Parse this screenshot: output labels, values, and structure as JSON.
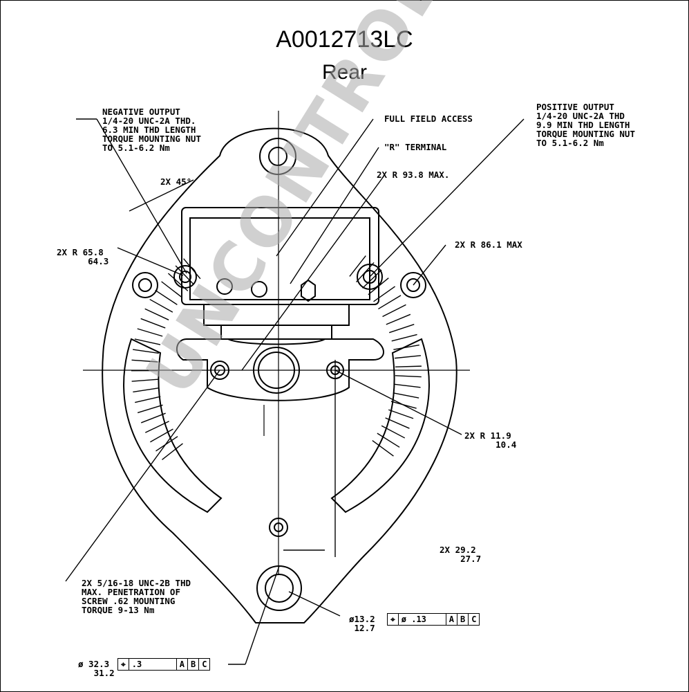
{
  "title": "A0012713LC",
  "subtitle": "Rear",
  "watermark": "UNCONTROLLED COPY",
  "annotations": {
    "negative_output": "NEGATIVE OUTPUT\n1/4-20 UNC-2A THD.\n6.3 MIN THD LENGTH\nTORQUE MOUNTING NUT\nTO 5.1-6.2 Nm",
    "full_field_access": "FULL FIELD ACCESS",
    "r_terminal": "\"R\" TERMINAL",
    "radius_93": "2X R 93.8 MAX.",
    "positive_output": "POSITIVE OUTPUT\n1/4-20 UNC-2A THD\n9.9 MIN THD LENGTH\nTORQUE MOUNTING NUT\nTO 5.1-6.2 Nm",
    "angle_45": "2X 45°",
    "radius_65": "2X R 65.8\n      64.3",
    "radius_86": "2X R 86.1 MAX",
    "radius_11": "2X R 11.9\n      10.4",
    "dim_29": "2X 29.2\n    27.7",
    "thread_516": "2X 5/16-18 UNC-2B THD\nMAX. PENETRATION OF\nSCREW .62 MOUNTING\nTORQUE 9-13 Nm",
    "dia_13": "ø13.2\n 12.7",
    "dia_32": "ø 32.3\n   31.2"
  },
  "fcf_small": {
    "symbol": "⌖",
    "tol": "ø .13",
    "a": "A",
    "b": "B",
    "c": "C"
  },
  "fcf_large": {
    "symbol": "⌖",
    "tol": ".3",
    "a": "A",
    "b": "B",
    "c": "C"
  }
}
